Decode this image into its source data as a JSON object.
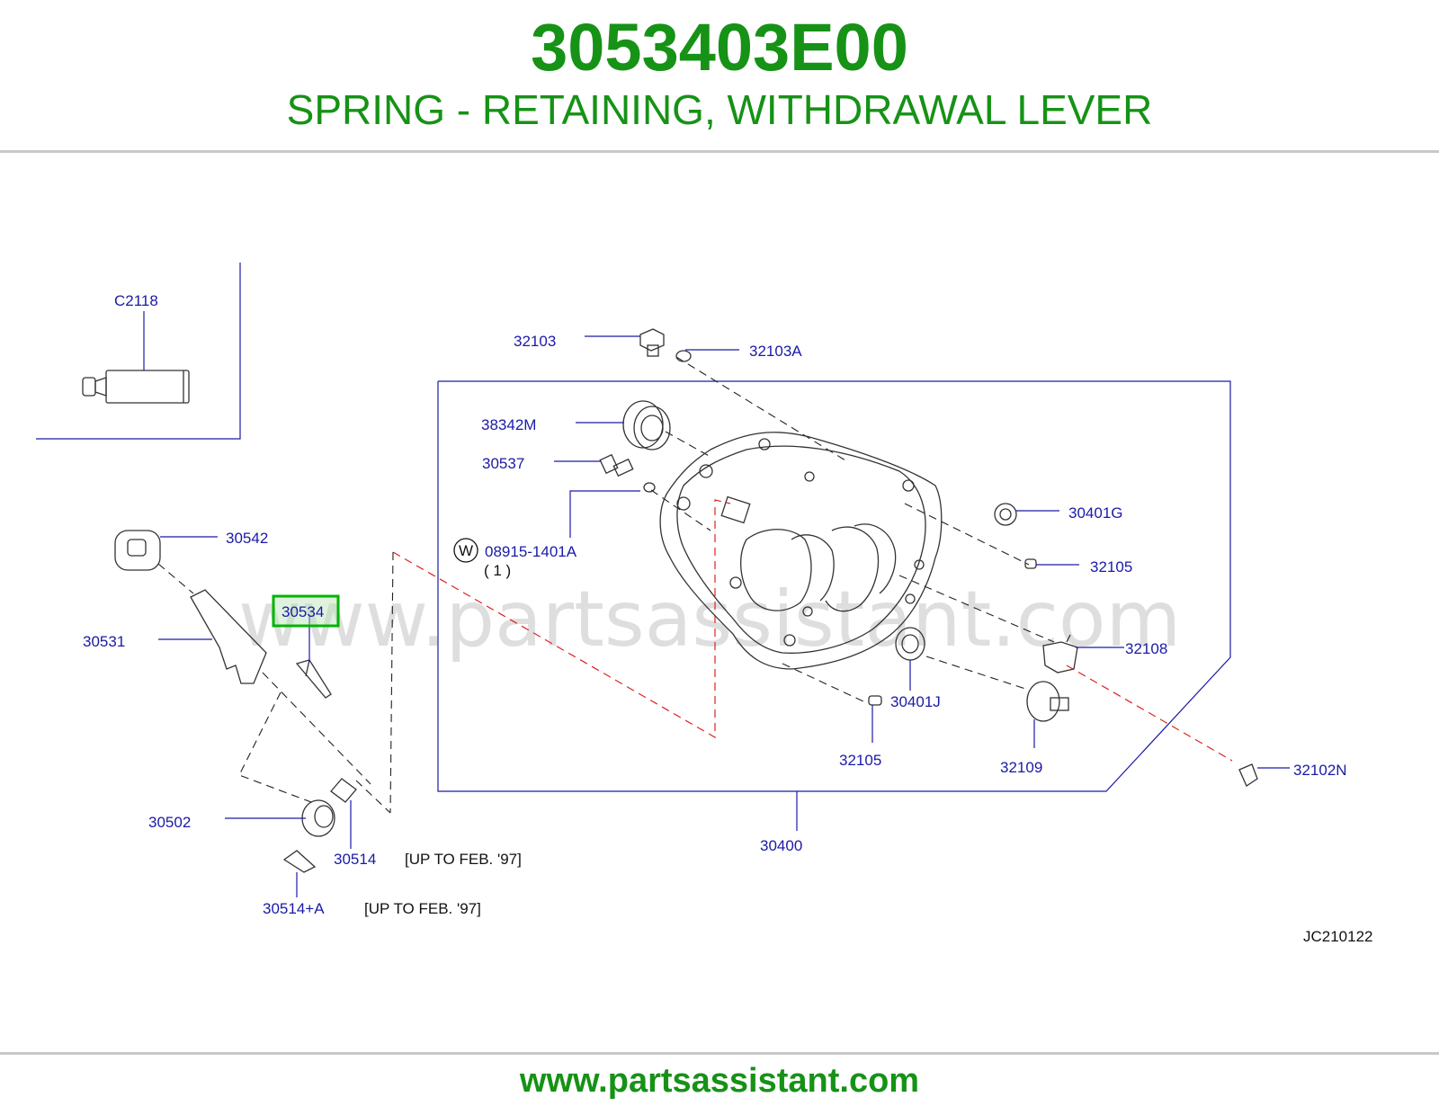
{
  "header": {
    "part_number": "3053403E00",
    "part_title": "SPRING - RETAINING, WITHDRAWAL LEVER"
  },
  "diagram": {
    "watermark": "www.partsassistant.com",
    "drawing_code": "JC210122",
    "highlight_color": "#00b400",
    "label_color": "#1a1aa8",
    "labels": {
      "c2118": "C2118",
      "p32103": "32103",
      "p32103a": "32103A",
      "p38342m": "38342M",
      "p30537": "30537",
      "p30401g": "30401G",
      "w_symbol": "W",
      "p08915": "08915-1401A",
      "qty": "( 1 )",
      "p32105a": "32105",
      "p30542": "30542",
      "p30534": "30534",
      "p30531": "30531",
      "p32108": "32108",
      "p30401j": "30401J",
      "p32105b": "32105",
      "p32109": "32109",
      "p32102n": "32102N",
      "p30502": "30502",
      "p30514": "30514",
      "p30400": "30400",
      "p30514a": "30514+A"
    },
    "notes": {
      "n30514": "[UP   TO   FEB.   '97]",
      "n30514a": "[UP   TO   FEB.   '97]"
    }
  },
  "footer": {
    "url": "www.partsassistant.com"
  }
}
